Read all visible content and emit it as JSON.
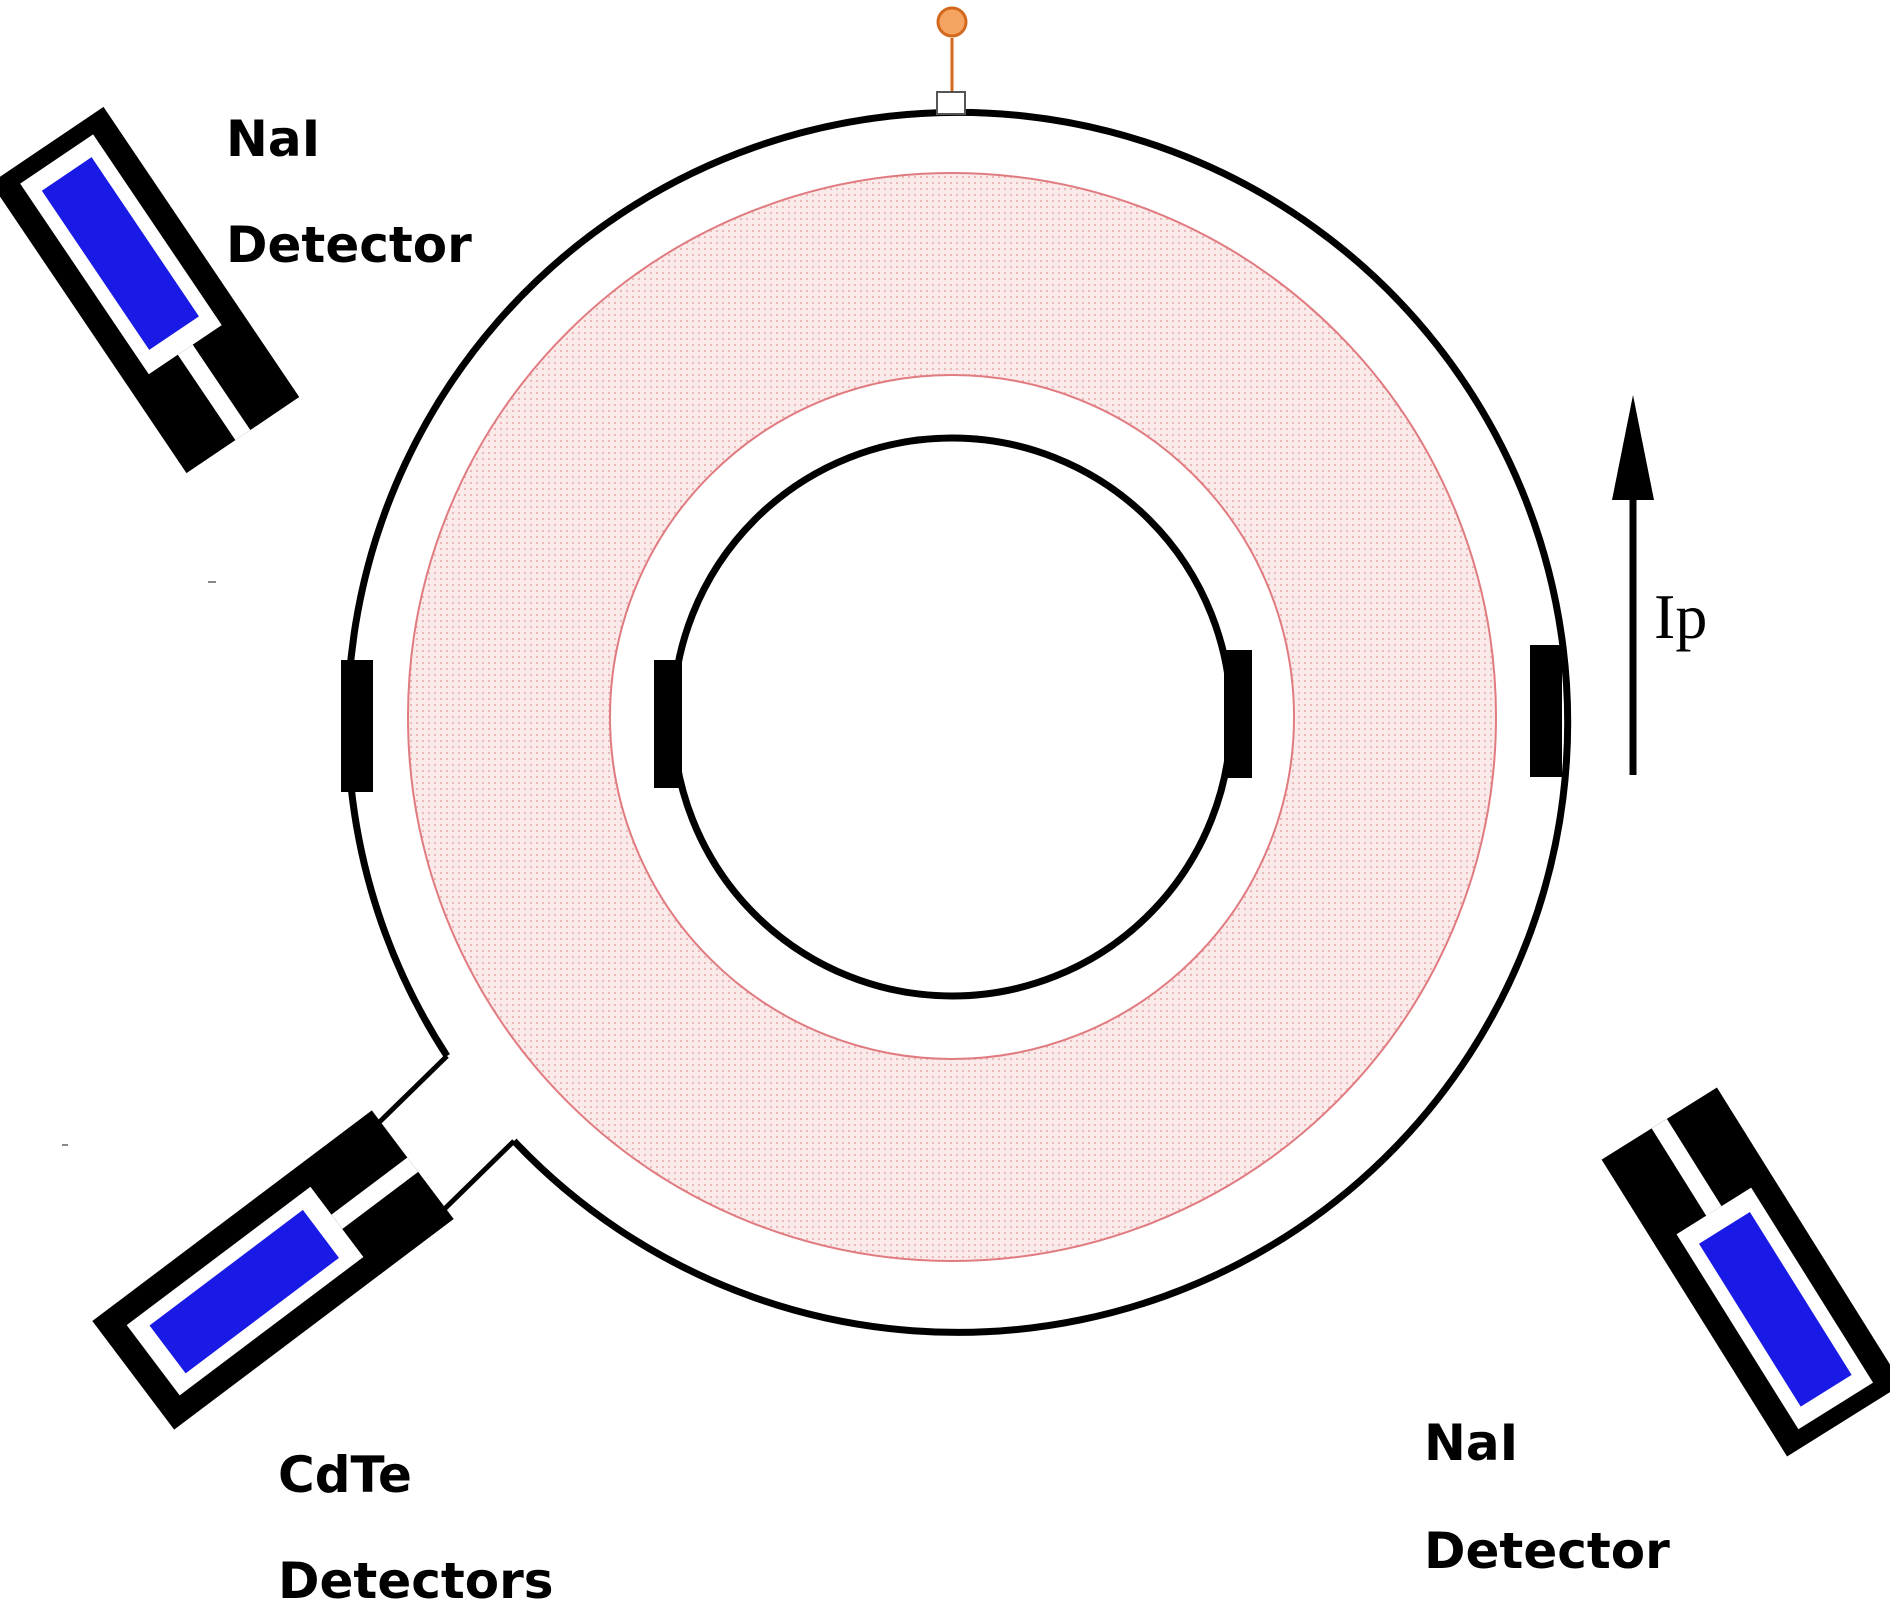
{
  "labels": {
    "nai_top_line1": "NaI",
    "nai_top_line2": "Detector",
    "nai_right_line1": "NaI",
    "nai_right_line2": "Detector",
    "cdte_line1": "CdTe",
    "cdte_line2": "Detectors",
    "current": "Ip"
  },
  "colors": {
    "outline": "#000000",
    "plasma_fill": "#f7dede",
    "plasma_edge": "#e07b80",
    "crystal": "#1a1ae6",
    "probe": "#f4a460",
    "probe_stem": "#d2691e",
    "background": "#ffffff"
  }
}
